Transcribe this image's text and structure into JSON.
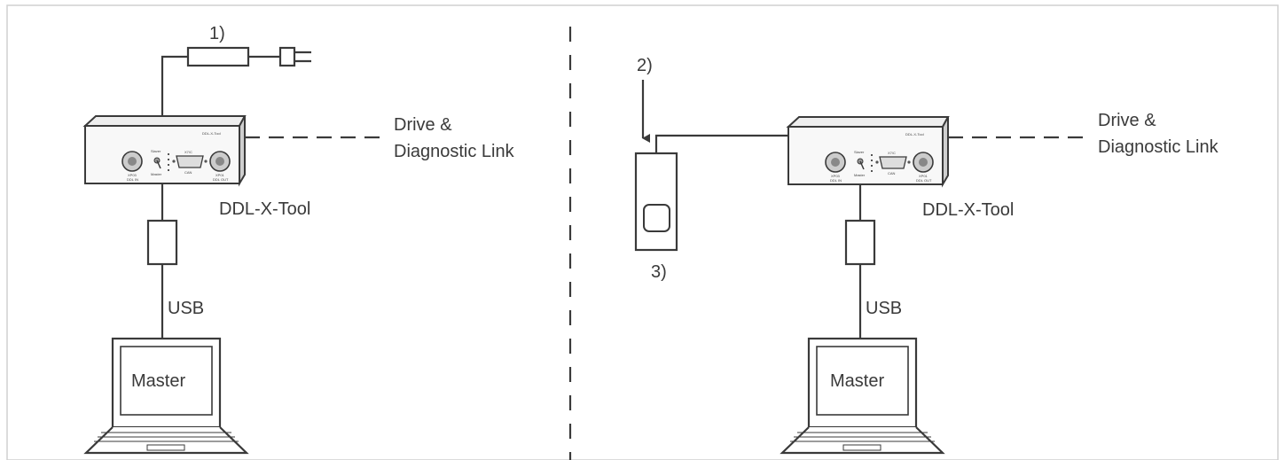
{
  "diagram": {
    "left": {
      "power_supply_label": "1)",
      "device_label": "DDL-X-Tool",
      "link_label_line1": "Drive &",
      "link_label_line2": "Diagnostic Link",
      "usb_label": "USB",
      "screen_label": "Master"
    },
    "right": {
      "arrow_label": "2)",
      "dongle_label": "3)",
      "device_label": "DDL-X-Tool",
      "link_label_line1": "Drive &",
      "link_label_line2": "Diagnostic Link",
      "usb_label": "USB",
      "screen_label": "Master"
    },
    "device_panel": {
      "brand": "DDL-X-Tool",
      "port_left_line1": "XP03",
      "port_left_line2": "DDL IN",
      "port_right_line1": "XP01",
      "port_right_line2": "DDL OUT",
      "switch_top": "Slaver",
      "switch_bottom": "Master",
      "connector_top": "X7/C",
      "connector_bottom": "CAN"
    },
    "colors": {
      "line": "#3a3a3a",
      "device_top": "#eeeeee",
      "device_front": "#f8f8f8",
      "border": "#d0d0d0"
    }
  }
}
